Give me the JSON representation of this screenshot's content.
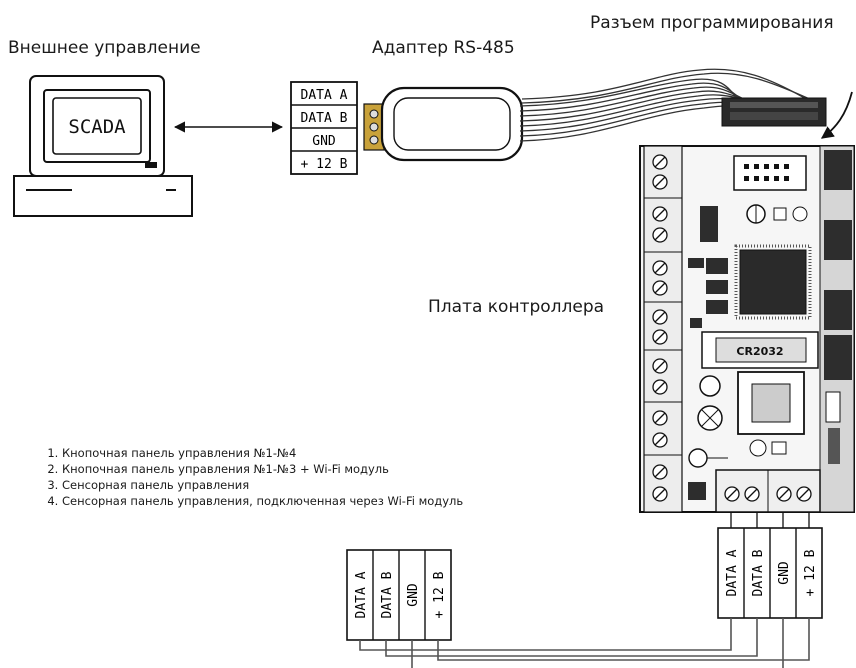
{
  "labels": {
    "external_control": "Внешнее управление",
    "adapter": "Адаптер RS-485",
    "prog_connector": "Разъем программирования",
    "controller_board": "Плата контроллера",
    "scada": "SCADA",
    "battery": "CR2032"
  },
  "adapter_terminals": [
    "DATA A",
    "DATA B",
    "GND",
    "+ 12 В"
  ],
  "board_terminals": [
    "DATA A",
    "DATA B",
    "GND",
    "+ 12 В"
  ],
  "panel_terminals": [
    "DATA A",
    "DATA B",
    "GND",
    "+ 12 В"
  ],
  "notes": [
    "Кнопочная панель управления №1-№4",
    "Кнопочная панель управления №1-№3 +   Wi-Fi модуль",
    "Сенсорная панель управления",
    "Сенсорная панель управления,  подключенная через Wi-Fi модуль"
  ]
}
